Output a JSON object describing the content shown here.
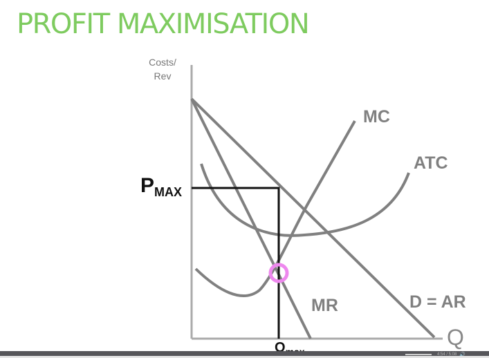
{
  "title": "PROFIT MAXIMISATION",
  "axes": {
    "y_label_line1": "Costs/",
    "y_label_line2": "Rev",
    "x_label": "Q"
  },
  "labels": {
    "pmax_main": "P",
    "pmax_sub": "MAX",
    "qmax_main": "Q",
    "qmax_sub": "max",
    "mc": "MC",
    "atc": "ATC",
    "mr": "MR",
    "demand": "D = AR"
  },
  "colors": {
    "title": "#7ecb5f",
    "curves": "#808080",
    "guides": "#111111",
    "highlight_circle": "#ee88ee"
  },
  "player": {
    "time": "4:54 / 5:08",
    "volume_icon": "volume-icon"
  },
  "chart_data": {
    "type": "line",
    "title": "PROFIT MAXIMISATION",
    "xlabel": "Q",
    "ylabel": "Costs/Rev",
    "series": [
      {
        "name": "D = AR",
        "shape": "downward straight line from y-axis intercept to x-axis"
      },
      {
        "name": "MR",
        "shape": "downward straight line, same intercept as D, twice the slope"
      },
      {
        "name": "MC",
        "shape": "U/J-shaped, falls then rises steeply, cutting ATC at its minimum"
      },
      {
        "name": "ATC",
        "shape": "U-shaped curve"
      }
    ],
    "annotations": [
      {
        "text": "PMAX",
        "meaning": "price read off D at Qmax"
      },
      {
        "text": "Qmax",
        "meaning": "output where MC = MR (circled)"
      }
    ],
    "grid": false,
    "legend": "inline labels"
  }
}
